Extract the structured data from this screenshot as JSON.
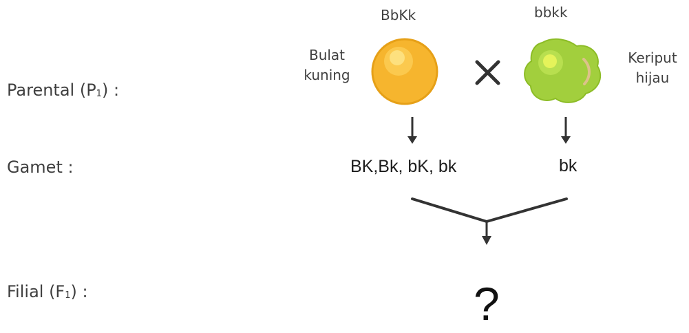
{
  "rows": {
    "parental_prefix": "Parental (P",
    "parental_sub": "1",
    "parental_suffix": ") :",
    "gamet": "Gamet :",
    "filial_prefix": "Filial (F",
    "filial_sub": "1",
    "filial_suffix": ") :"
  },
  "parents": {
    "left": {
      "genotype": "BbKk",
      "phenotype": "Bulat\nkuning",
      "gametes": "BK,Bk, bK, bk",
      "seed_color": "#f6b52e"
    },
    "cross_symbol": "×",
    "right": {
      "genotype": "bbkk",
      "phenotype": "Keriput\nhijau",
      "gametes": "bk",
      "seed_color": "#9acd32"
    }
  },
  "offspring": {
    "unknown": "?"
  }
}
